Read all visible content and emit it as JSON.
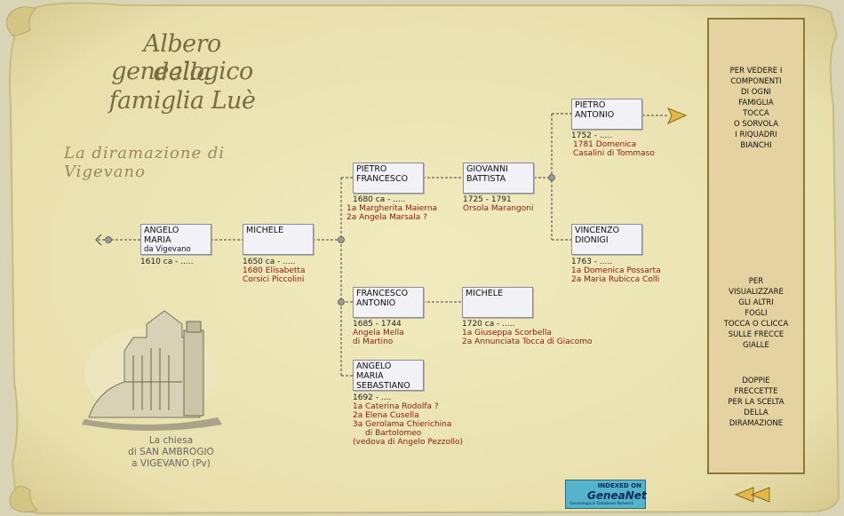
{
  "title": {
    "line1": "Albero genealogico",
    "line2": "della",
    "line3": "famiglia Luè"
  },
  "subtitle": "La diramazione di Vigevano",
  "people": {
    "angelo": {
      "name": [
        "ANGELO",
        "MARIA"
      ],
      "sub": "da Vigevano",
      "dates": "1610 ca - .....",
      "spouses": []
    },
    "michele1": {
      "name": [
        "MICHELE"
      ],
      "dates": "1650 ca - .....",
      "spouses": [
        "1680 Elisabetta",
        "Corsici Piccolini"
      ]
    },
    "pietrof": {
      "name": [
        "PIETRO",
        "FRANCESCO"
      ],
      "dates": "1680 ca - .....",
      "spouses": [
        "1a Margherita Maierna",
        "2a Angela Marsala ?"
      ]
    },
    "giovanni": {
      "name": [
        "GIOVANNI",
        "BATTISTA"
      ],
      "dates": "1725 - 1791",
      "spouses": [
        "Orsola Marangoni"
      ]
    },
    "pietroa": {
      "name": [
        "PIETRO",
        "ANTONIO"
      ],
      "dates": "1752 - .....",
      "spouses": [
        "1781 Domenica",
        "Casalini di Tommaso"
      ]
    },
    "vincenzo": {
      "name": [
        "VINCENZO",
        "DIONIGI"
      ],
      "dates": "1763 - .....",
      "spouses": [
        "1a Domenica Possarta",
        "2a Maria Rubicca Colli"
      ]
    },
    "francesco": {
      "name": [
        "FRANCESCO",
        "ANTONIO"
      ],
      "dates": "1685 - 1744",
      "spouses": [
        "Angela Mella",
        "di Martino"
      ]
    },
    "michele2": {
      "name": [
        "MICHELE"
      ],
      "dates": "1720 ca - .....",
      "spouses": [
        "1a Giuseppa Scorbella",
        "2a Annunciata Tocca di Giacomo"
      ]
    },
    "angeloms": {
      "name": [
        "ANGELO",
        "MARIA",
        "SEBASTIANO"
      ],
      "dates": "1692 - ....",
      "spouses": [
        "1a Caterina Rodolfa ?",
        "2a Elena Cusella",
        "3a Gerolama Chierichina",
        "di Bartolomeo",
        "(vedova di Angelo Pezzollo)"
      ]
    }
  },
  "side": {
    "block1": [
      "PER VEDERE I",
      "COMPONENTI",
      "DI OGNI",
      "FAMIGLIA",
      "TOCCA",
      "O SORVOLA",
      "I RIQUADRI",
      "BIANCHI"
    ],
    "block2": [
      "PER",
      "VISUALIZZARE",
      "GLI ALTRI",
      "FOGLI",
      "TOCCA O CLICCA",
      "SULLE FRECCE",
      "GIALLE"
    ],
    "block3": [
      "DOPPIE",
      "FRECCETTE",
      "PER LA SCELTA",
      "DELLA",
      "DIRAMAZIONE"
    ]
  },
  "caption": [
    "La chiesa",
    "di SAN AMBROGIO",
    "a VIGEVANO (Pv)"
  ],
  "badge": {
    "top": "INDEXED ON",
    "name": "GeneaNet",
    "tag": "Genealogical Database Network"
  },
  "colors": {
    "parchment": "#ede6b6",
    "box": "#f1f1f6",
    "spouse_text": "#8a2010",
    "title_text": "#7a6a40",
    "arrow_yellow": "#e3b84a",
    "side_panel": "#e4d3a0"
  }
}
